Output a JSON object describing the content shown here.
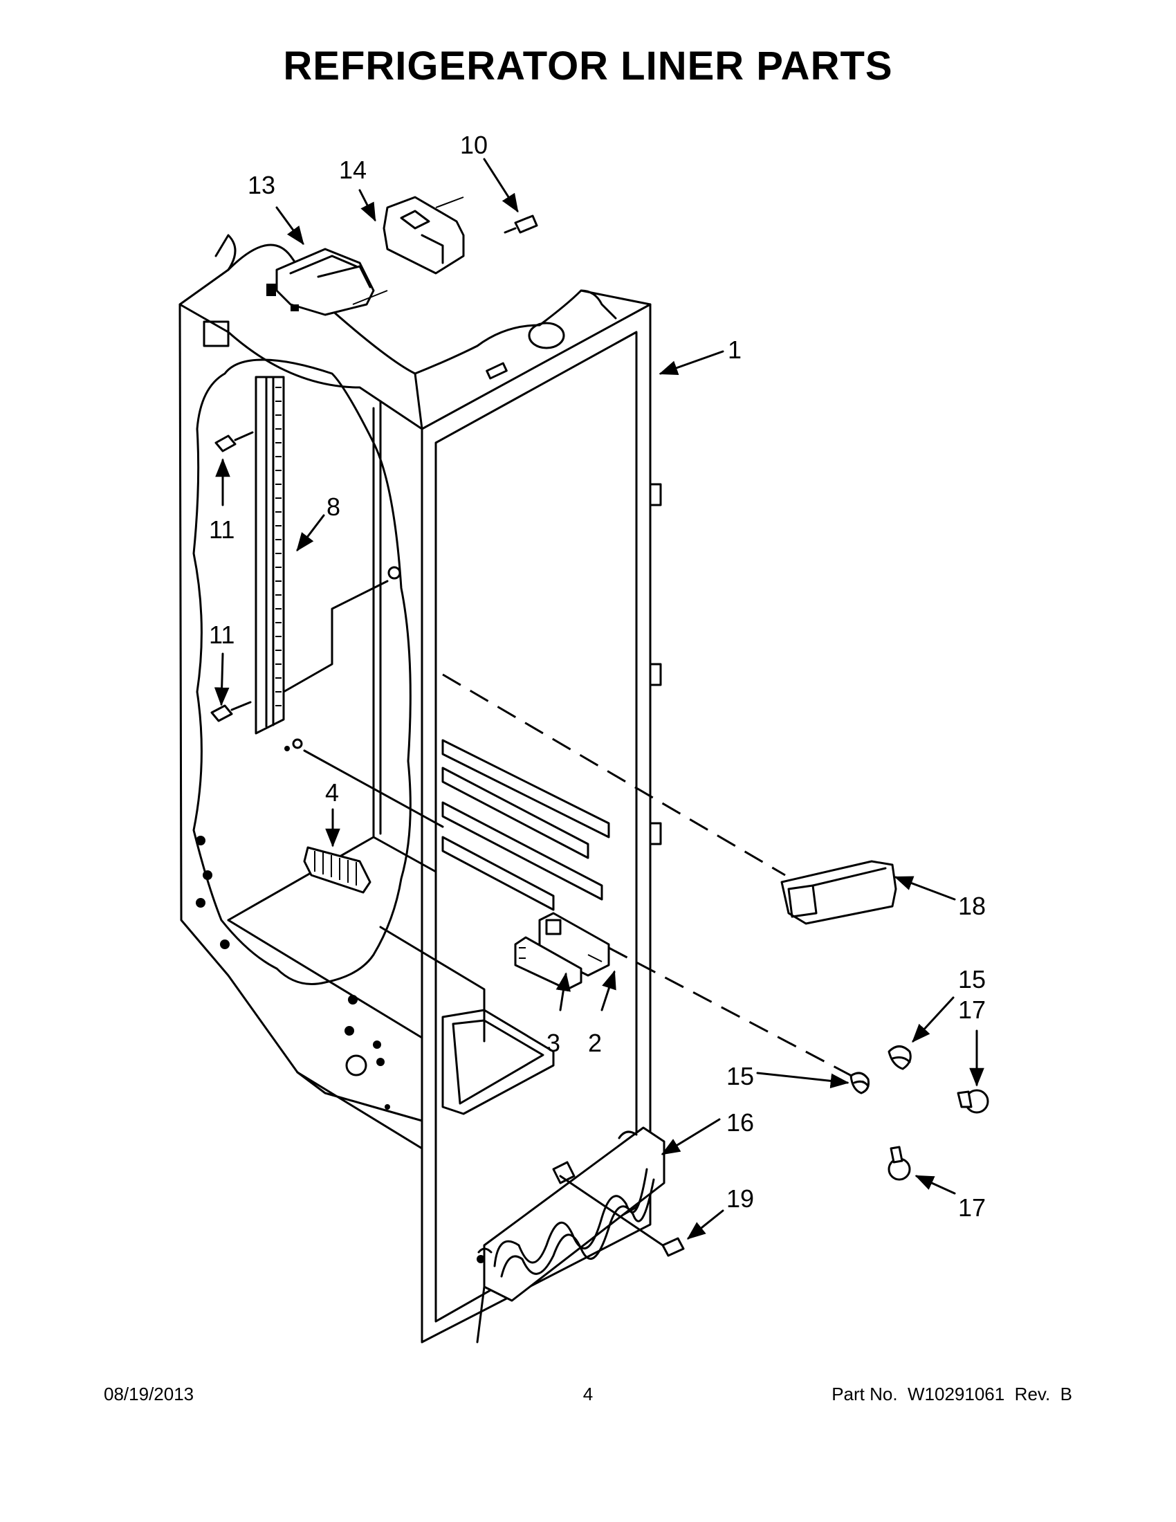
{
  "title": "REFRIGERATOR LINER PARTS",
  "callouts": [
    {
      "id": "1",
      "label": "1"
    },
    {
      "id": "2",
      "label": "2"
    },
    {
      "id": "3",
      "label": "3"
    },
    {
      "id": "4",
      "label": "4"
    },
    {
      "id": "8",
      "label": "8"
    },
    {
      "id": "10",
      "label": "10"
    },
    {
      "id": "11a",
      "label": "11"
    },
    {
      "id": "11b",
      "label": "11"
    },
    {
      "id": "13",
      "label": "13"
    },
    {
      "id": "14",
      "label": "14"
    },
    {
      "id": "15a",
      "label": "15"
    },
    {
      "id": "15b",
      "label": "15"
    },
    {
      "id": "16",
      "label": "16"
    },
    {
      "id": "17a",
      "label": "17"
    },
    {
      "id": "17b",
      "label": "17"
    },
    {
      "id": "18",
      "label": "18"
    },
    {
      "id": "19",
      "label": "19"
    }
  ],
  "footer": {
    "date": "08/19/2013",
    "page": "4",
    "part_number": "Part No.  W10291061  Rev.  B"
  }
}
